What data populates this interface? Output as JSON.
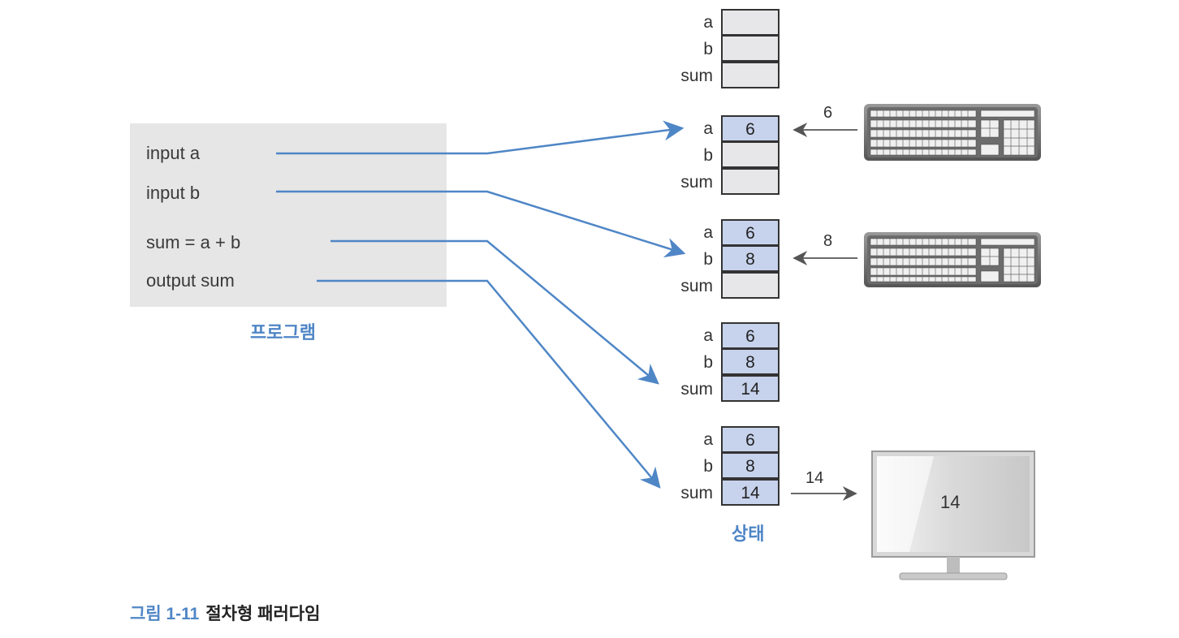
{
  "program": {
    "lines": [
      "input a",
      "input b",
      "sum = a + b",
      "output sum"
    ],
    "caption": "프로그램"
  },
  "states": [
    {
      "rows": [
        {
          "label": "a",
          "value": ""
        },
        {
          "label": "b",
          "value": ""
        },
        {
          "label": "sum",
          "value": ""
        }
      ]
    },
    {
      "rows": [
        {
          "label": "a",
          "value": "6"
        },
        {
          "label": "b",
          "value": ""
        },
        {
          "label": "sum",
          "value": ""
        }
      ]
    },
    {
      "rows": [
        {
          "label": "a",
          "value": "6"
        },
        {
          "label": "b",
          "value": "8"
        },
        {
          "label": "sum",
          "value": ""
        }
      ]
    },
    {
      "rows": [
        {
          "label": "a",
          "value": "6"
        },
        {
          "label": "b",
          "value": "8"
        },
        {
          "label": "sum",
          "value": "14"
        }
      ]
    },
    {
      "rows": [
        {
          "label": "a",
          "value": "6"
        },
        {
          "label": "b",
          "value": "8"
        },
        {
          "label": "sum",
          "value": "14"
        }
      ]
    }
  ],
  "state_caption": "상태",
  "io": {
    "input_a": "6",
    "input_b": "8",
    "output": "14",
    "monitor_display": "14"
  },
  "figure": {
    "number": "그림 1-11",
    "title": "절차형 패러다임"
  },
  "colors": {
    "accent_blue": "#4f86c6",
    "filled_cell": "#c7d3ec",
    "empty_cell": "#e7e7e9",
    "program_bg": "#e6e6e6"
  },
  "icons": {
    "input_device": "keyboard-icon",
    "output_device": "monitor-icon"
  }
}
